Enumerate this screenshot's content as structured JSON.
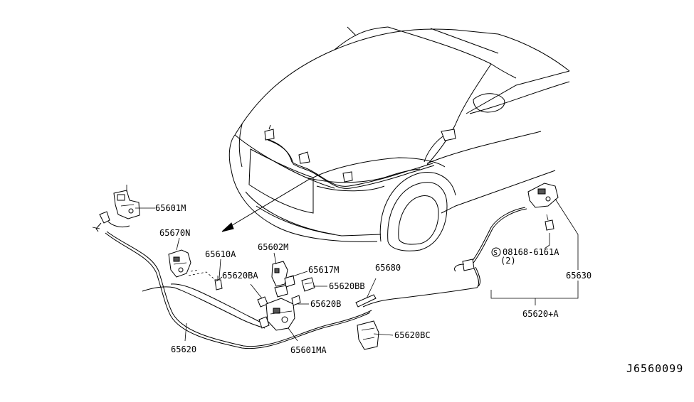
{
  "labels": {
    "p65601M": "65601M",
    "p65670N": "65670N",
    "p65610A": "65610A",
    "p65602M": "65602M",
    "p65617M": "65617M",
    "p65620BA": "65620BA",
    "p65620BB": "65620BB",
    "p65620B": "65620B",
    "p65680": "65680",
    "p65620": "65620",
    "p65601MA": "65601MA",
    "p65620BC": "65620BC",
    "bolt": "08168-6161A",
    "bolt_qty": "(2)",
    "bolt_symbol": "S",
    "p65630": "65630",
    "p65620A": "65620+A"
  },
  "diagram_code": "J6560099"
}
